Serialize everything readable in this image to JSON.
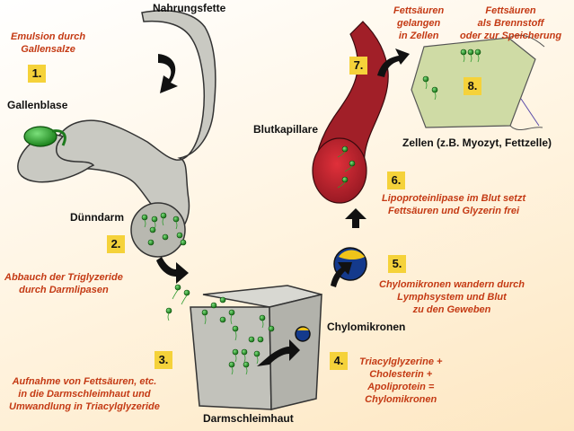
{
  "labels": {
    "nahrungsfette": "Nahrungsfette",
    "gallenblase": "Gallenblase",
    "duenndarm": "Dünndarm",
    "blutkapillare": "Blutkapillare",
    "zellen": "Zellen (z.B. Myozyt, Fettzelle)",
    "chylomikronen": "Chylomikronen",
    "darmschleimhaut": "Darmschleimhaut"
  },
  "steps": [
    {
      "number": "1.",
      "lines": [
        "Emulsion durch",
        "Gallensalze"
      ]
    },
    {
      "number": "2.",
      "lines": [
        "Abbauch der Triglyzeride",
        "durch Darmlipasen"
      ]
    },
    {
      "number": "3.",
      "lines": [
        "Aufnahme von Fettsäuren, etc.",
        "in die Darmschleimhaut und",
        "Umwandlung in Triacylglyzeride"
      ]
    },
    {
      "number": "4.",
      "lines": [
        "Triacylglyzerine +",
        "Cholesterin +",
        "Apoliprotein =",
        "Chylomikronen"
      ]
    },
    {
      "number": "5.",
      "lines": [
        "Chylomikronen wandern durch",
        "Lymphsystem und Blut",
        "zu den Geweben"
      ]
    },
    {
      "number": "6.",
      "lines": [
        "Lipoproteinlipase im Blut setzt",
        "Fettsäuren und Glyzerin frei"
      ]
    },
    {
      "number": "7.",
      "lines": [
        "Fettsäuren",
        "gelangen",
        "in Zellen"
      ]
    },
    {
      "number": "8.",
      "lines": [
        "Fettsäuren",
        "als Brennstoff",
        "oder zur Speicherung"
      ]
    }
  ],
  "colors": {
    "organ": "#c9c9c2",
    "gallbladder": "#2e9a2e",
    "blood_vessel": "#a11f28",
    "chylomicron": "#143a8c",
    "chylomicron_cap": "#f0c419",
    "cell": "#cfdba5",
    "label_red": "#c43a14",
    "number_box": "#f5d23a"
  }
}
